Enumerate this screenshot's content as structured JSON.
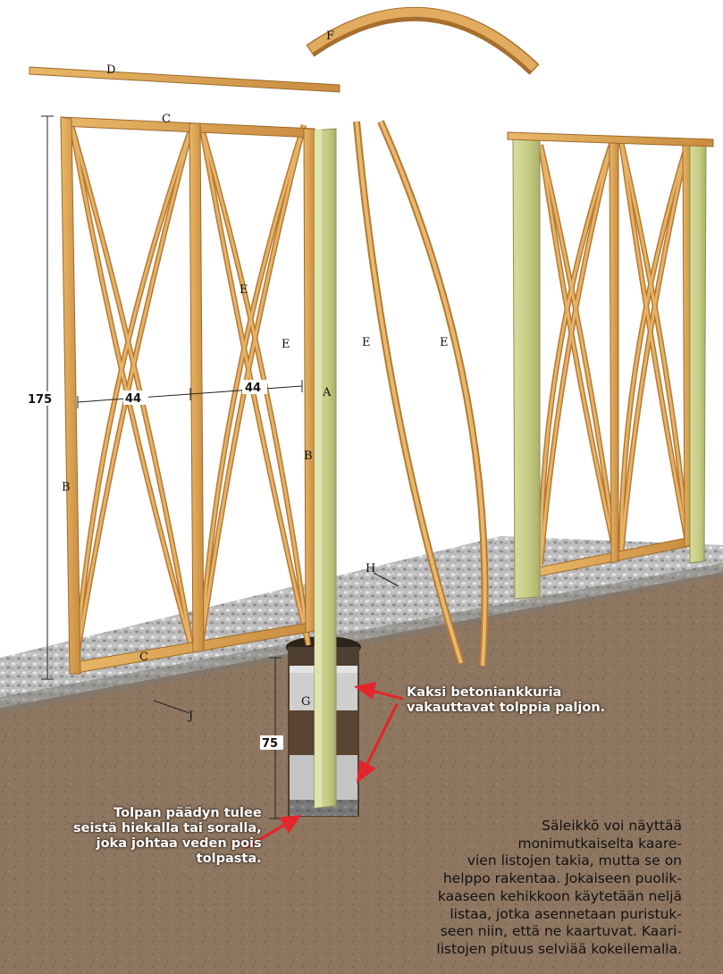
{
  "parts": {
    "a": "A",
    "b_left": "B",
    "b_right": "B",
    "c_top": "C",
    "c_bottom": "C",
    "d": "D",
    "e1": "E",
    "e2": "E",
    "e3": "E",
    "e4": "E",
    "f": "F",
    "g": "G",
    "h": "H",
    "j": "J"
  },
  "dimensions": {
    "height": "175",
    "width_left": "44",
    "width_right": "44",
    "depth": "75"
  },
  "callouts": {
    "anchors": [
      "Kaksi betoniankkuria",
      "vakauttavat tolppia paljon."
    ],
    "sand": [
      "Tolpan päädyn tulee",
      "seistä hiekalla tai soralla,",
      "joka johtaa veden pois",
      "tolpasta."
    ]
  },
  "caption": [
    "Säleikkö voi näyttää",
    "monimutkaiselta kaare-",
    "vien listojen takia, mutta se on",
    "helppo rakentaa. Jokaiseen puolik-",
    "kaaseen kehikkoon käytetään neljä",
    "listaa, jotka asennetaan puristuk-",
    "seen niin, että ne kaartuvat. Kaari-",
    "listojen pituus selviää kokeilemalla."
  ],
  "colors": {
    "wood": "#d9a357",
    "wood_edge": "#9c6a2a",
    "post": "#c7cf87",
    "soil": "#8c7460",
    "gravel": "#b9b9b9",
    "concrete": "#c9c9c9",
    "arrow": "#e2262b"
  }
}
